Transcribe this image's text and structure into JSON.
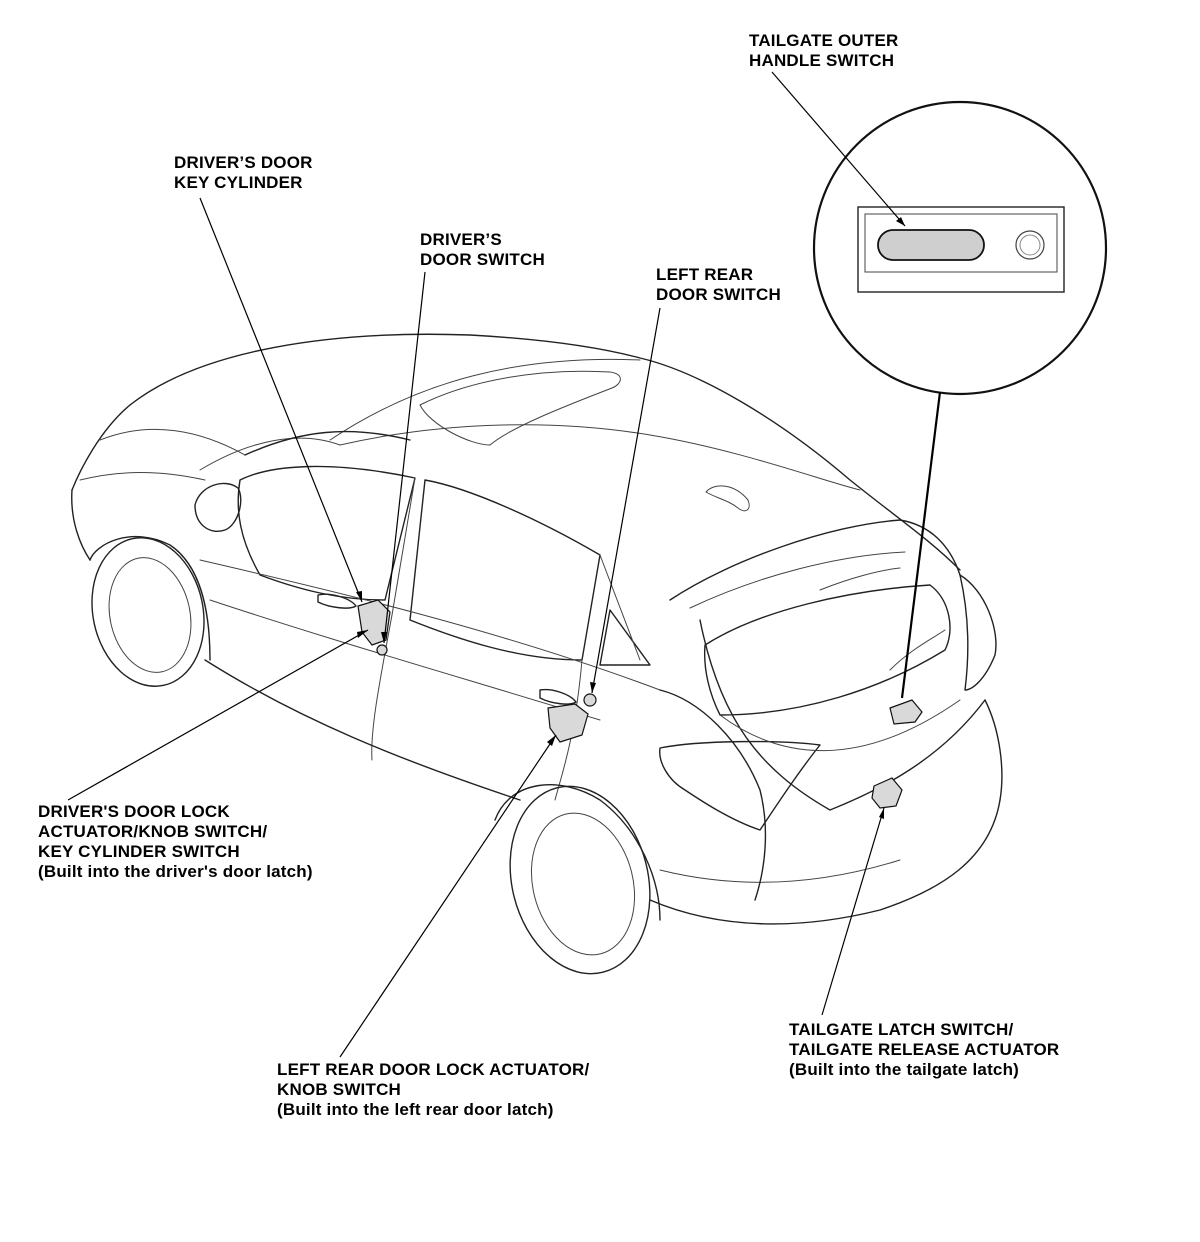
{
  "labels": {
    "tailgate_outer_handle_switch": [
      "TAILGATE OUTER",
      "HANDLE SWITCH"
    ],
    "drivers_door_key_cylinder": [
      "DRIVER’S DOOR",
      "KEY CYLINDER"
    ],
    "drivers_door_switch": [
      "DRIVER’S",
      "DOOR SWITCH"
    ],
    "left_rear_door_switch": [
      "LEFT REAR",
      "DOOR SWITCH"
    ],
    "drivers_door_lock_actuator": [
      "DRIVER'S DOOR LOCK",
      "ACTUATOR/KNOB SWITCH/",
      "KEY CYLINDER SWITCH",
      "(Built into the driver's door latch)"
    ],
    "left_rear_door_lock_actuator": [
      "LEFT REAR DOOR LOCK ACTUATOR/",
      "KNOB SWITCH",
      "(Built into the left rear door latch)"
    ],
    "tailgate_latch_switch": [
      "TAILGATE LATCH SWITCH/",
      "TAILGATE RELEASE ACTUATOR",
      "(Built into the tailgate latch)"
    ]
  },
  "colors": {
    "line": "#222222",
    "component_fill": "#d9d9d9",
    "background": "#ffffff"
  }
}
